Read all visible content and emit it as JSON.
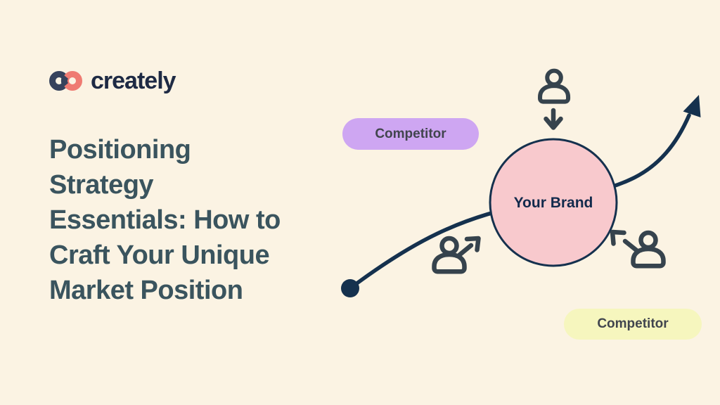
{
  "meta": {
    "background_color": "#FBF3E3",
    "kind": "blog-hero-illustration"
  },
  "logo": {
    "brand": "creately",
    "colors": {
      "ring_left": "#36425C",
      "ring_right": "#EF7B72",
      "text": "#1E2A44"
    }
  },
  "title": {
    "text": "Positioning\nStrategy\nEssentials: How to\nCraft Your Unique\nMarket Position",
    "color": "#3A545E"
  },
  "diagram": {
    "growth_curve": {
      "description": "S-shaped growth curve from start dot at lower left, passing behind brand circle, ending in an upward arrowhead at top right",
      "color": "#15314E"
    },
    "brand_circle": {
      "label": "Your Brand",
      "fill": "#F8C9CD",
      "stroke": "#15314E",
      "label_color": "#122A4C"
    },
    "badges": [
      {
        "label": "Competitor",
        "fill": "#CEA6F2",
        "text_color": "#41454E",
        "position": "top-left"
      },
      {
        "label": "Competitor",
        "fill": "#F6F6BE",
        "text_color": "#41454E",
        "position": "bottom-right"
      }
    ],
    "icons": [
      {
        "name": "person-arrow-down-icon",
        "color": "#36434D",
        "position": "above brand circle"
      },
      {
        "name": "person-arrow-up-right-icon",
        "color": "#36434D",
        "position": "left of brand circle"
      },
      {
        "name": "person-arrow-up-left-icon",
        "color": "#36434D",
        "position": "right of brand circle"
      }
    ]
  }
}
